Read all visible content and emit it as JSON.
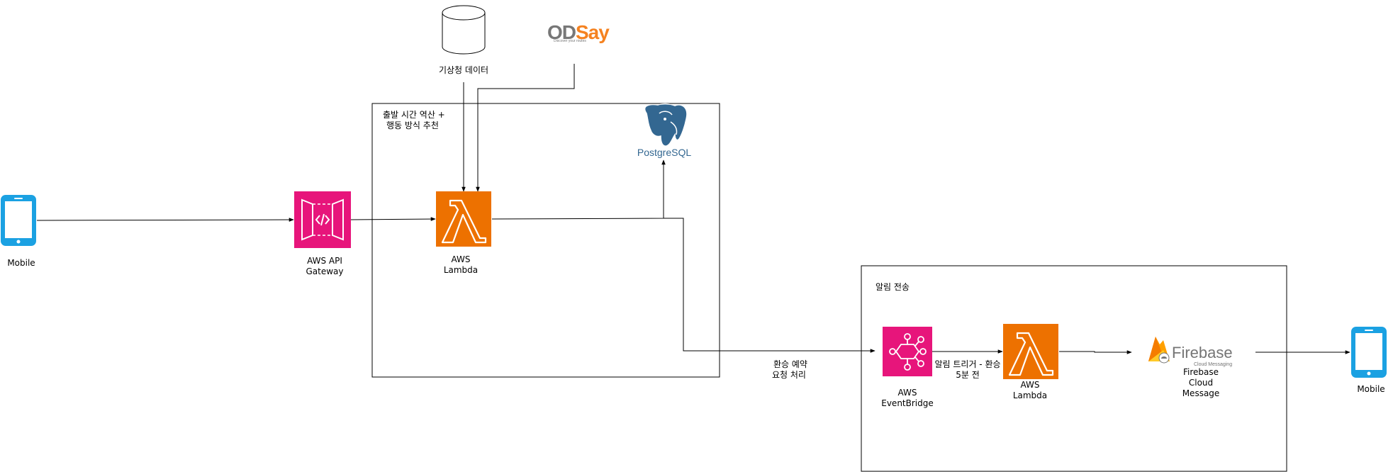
{
  "nodes": {
    "mobile_left": {
      "label": "Mobile"
    },
    "api_gateway": {
      "label_line1": "AWS API",
      "label_line2": "Gateway"
    },
    "lambda_main": {
      "label_line1": "AWS",
      "label_line2": "Lambda"
    },
    "weather_db": {
      "label": "기상청 데이터"
    },
    "odsay": {
      "logo_text": "ODSay",
      "logo_tagline": "Discover your routes"
    },
    "postgres": {
      "logo_text": "PostgreSQL"
    },
    "eventbridge": {
      "label_line1": "AWS",
      "label_line2": "EventBridge"
    },
    "lambda_notify": {
      "label_line1": "AWS",
      "label_line2": "Lambda"
    },
    "firebase": {
      "logo_text": "Firebase",
      "logo_sub": "Cloud Messaging",
      "label_line1": "Firebase",
      "label_line2": "Cloud",
      "label_line3": "Message"
    },
    "mobile_right": {
      "label": "Mobile"
    }
  },
  "groups": {
    "departure": {
      "title_line1": "출발 시간 역산 +",
      "title_line2": "행동 방식 추천"
    },
    "notify": {
      "title": "알림 전송"
    }
  },
  "edges": {
    "transfer_request": {
      "label_line1": "환승 예약",
      "label_line2": "요청 처리"
    },
    "notify_trigger": {
      "label_line1": "알림 트리거 - 환승",
      "label_line2": "5분 전"
    }
  },
  "colors": {
    "mobile": "#1ba1e2",
    "api_gateway": "#e7157b",
    "lambda": "#ed7100",
    "eventbridge": "#e7157b",
    "postgres": "#336791",
    "odsay_gray": "#777777",
    "odsay_orange": "#f58220",
    "firebase_text": "#757575"
  }
}
